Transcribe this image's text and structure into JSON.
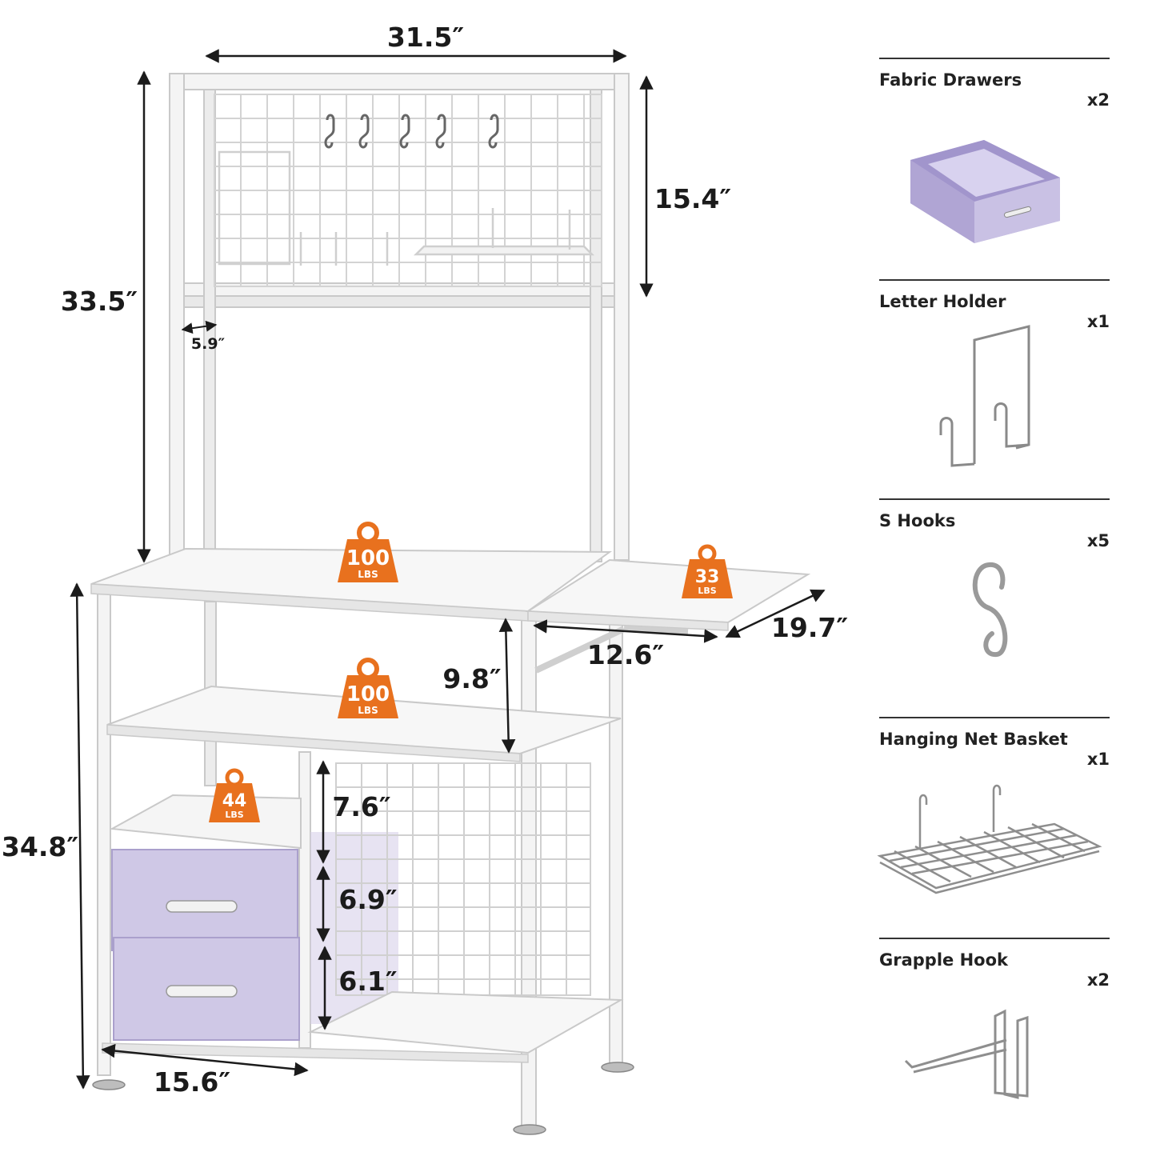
{
  "colors": {
    "frame": "#f4f4f4",
    "frame_edge": "#c9c9c9",
    "drawer": "#cfc8e6",
    "drawer_dark": "#b4aad6",
    "badge": "#e8711e",
    "dimension_line": "#1b1b1b"
  },
  "dimensions": {
    "width_top": "31.5″",
    "upper_height": "15.4″",
    "hutch_height": "33.5″",
    "hutch_depth": "5.9″",
    "total_lower_height": "34.8″",
    "middle_gap": "9.8″",
    "cubby_top": "7.6″",
    "drawer_upper": "6.9″",
    "drawer_lower": "6.1″",
    "side_table_depth": "19.7″",
    "side_table_width": "12.6″",
    "depth": "15.6″"
  },
  "load_badges": [
    {
      "value": "100",
      "unit": "LBS"
    },
    {
      "value": "33",
      "unit": "LBS"
    },
    {
      "value": "100",
      "unit": "LBS"
    },
    {
      "value": "44",
      "unit": "LBS"
    }
  ],
  "accessories": [
    {
      "name": "Fabric Drawers",
      "qty": "x2",
      "icon": "fabric-drawer-icon"
    },
    {
      "name": "Letter Holder",
      "qty": "x1",
      "icon": "letter-holder-icon"
    },
    {
      "name": "S Hooks",
      "qty": "x5",
      "icon": "s-hook-icon"
    },
    {
      "name": "Hanging Net Basket",
      "qty": "x1",
      "icon": "net-basket-icon"
    },
    {
      "name": "Grapple Hook",
      "qty": "x2",
      "icon": "grapple-hook-icon"
    }
  ]
}
